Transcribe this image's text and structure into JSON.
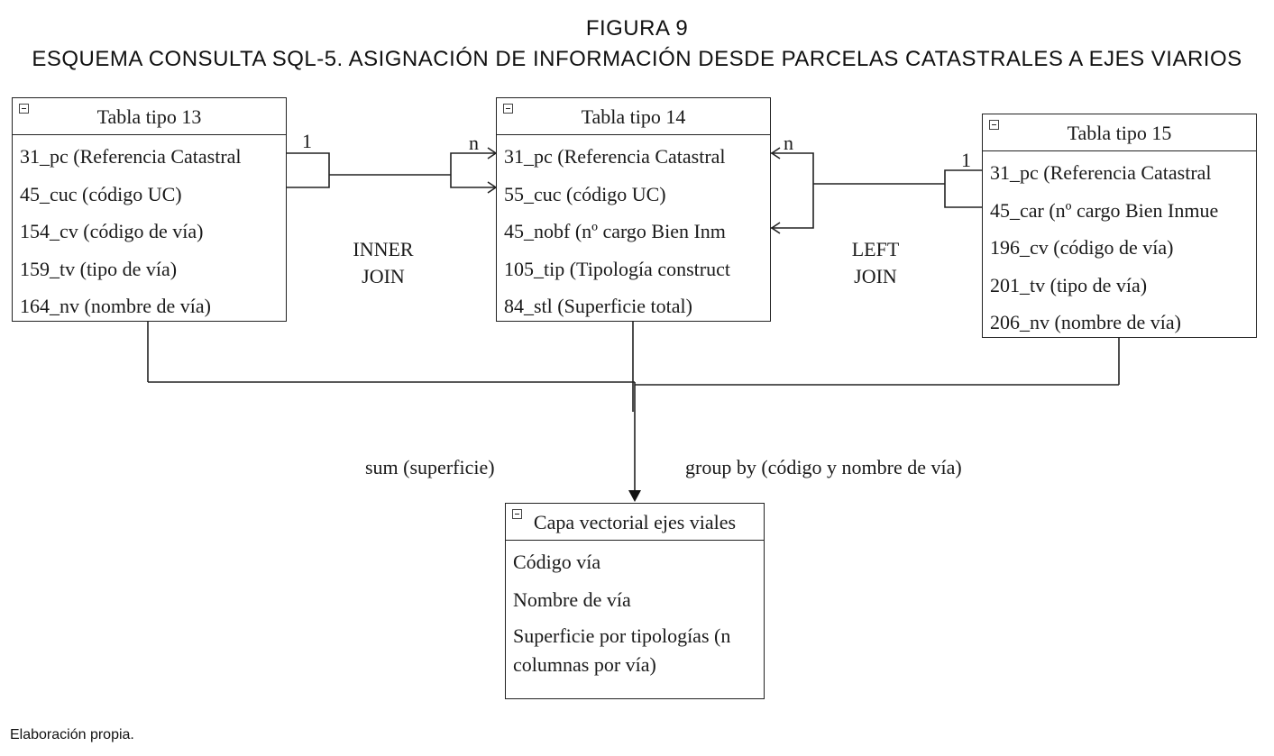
{
  "figure": {
    "number": "FIGURA 9",
    "title": "ESQUEMA CONSULTA SQL-5. ASIGNACIÓN DE INFORMACIÓN DESDE PARCELAS CATASTRALES A EJES VIARIOS"
  },
  "tables": {
    "t13": {
      "title": "Tabla tipo 13",
      "fields": [
        "31_pc (Referencia Catastral",
        "45_cuc (código UC)",
        "154_cv (código de vía)",
        "159_tv (tipo de vía)",
        "164_nv (nombre de vía)"
      ]
    },
    "t14": {
      "title": "Tabla tipo 14",
      "fields": [
        "31_pc (Referencia Catastral",
        "55_cuc (código UC)",
        "45_nobf (nº cargo Bien Inm",
        "105_tip (Tipología construct",
        "84_stl (Superficie total)"
      ]
    },
    "t15": {
      "title": "Tabla tipo 15",
      "fields": [
        "31_pc (Referencia Catastral",
        "45_car (nº cargo Bien Inmue",
        "196_cv (código de vía)",
        "201_tv (tipo de vía)",
        "206_nv (nombre de vía)"
      ]
    },
    "output": {
      "title": "Capa vectorial ejes viales",
      "fields": [
        "Código vía",
        "Nombre de vía",
        "Superficie por tipologías (n columnas por vía)"
      ]
    }
  },
  "relations": {
    "inner": {
      "label_line1": "INNER",
      "label_line2": "JOIN",
      "left_card": "1",
      "right_card": "n"
    },
    "left": {
      "label_line1": "LEFT",
      "label_line2": "JOIN",
      "left_card": "n",
      "right_card": "1"
    }
  },
  "aggregation": {
    "sum_label": "sum (superficie)",
    "group_label": "group by (código y nombre de vía)"
  },
  "footer": "Elaboración propia."
}
